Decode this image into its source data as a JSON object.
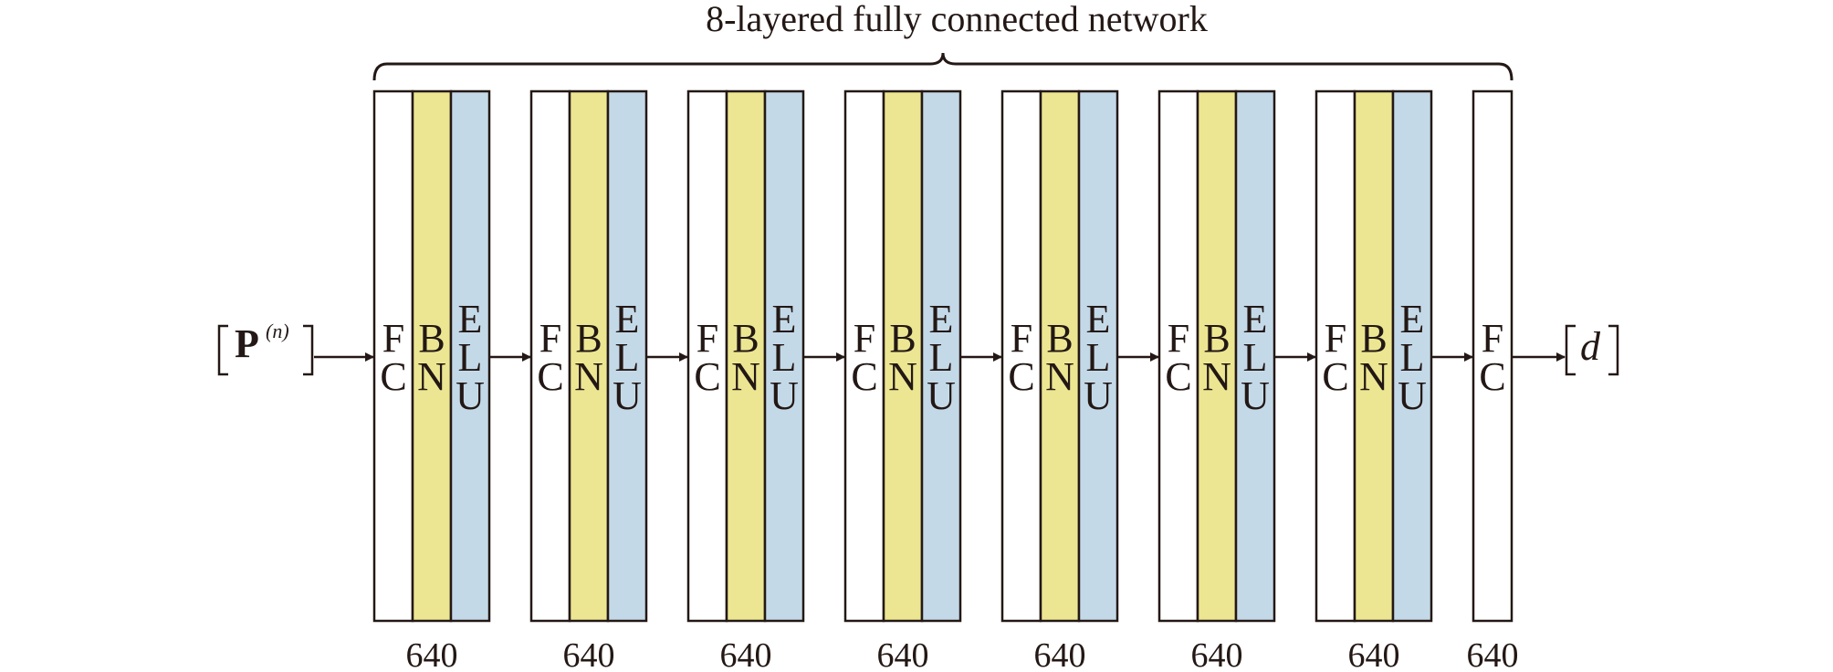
{
  "title": "8-layered fully connected network",
  "input": {
    "symbol": "P",
    "superscript": "(n)"
  },
  "output": {
    "symbol": "d"
  },
  "colors": {
    "fc": "#ffffff",
    "bn": "#ece692",
    "elu": "#c4d9e8",
    "stroke": "#231815"
  },
  "blocks": [
    {
      "cells": [
        {
          "kind": "fc",
          "letters": [
            "F",
            "C"
          ]
        },
        {
          "kind": "bn",
          "letters": [
            "B",
            "N"
          ]
        },
        {
          "kind": "elu",
          "letters": [
            "E",
            "L",
            "U"
          ]
        }
      ],
      "width_label": "640"
    },
    {
      "cells": [
        {
          "kind": "fc",
          "letters": [
            "F",
            "C"
          ]
        },
        {
          "kind": "bn",
          "letters": [
            "B",
            "N"
          ]
        },
        {
          "kind": "elu",
          "letters": [
            "E",
            "L",
            "U"
          ]
        }
      ],
      "width_label": "640"
    },
    {
      "cells": [
        {
          "kind": "fc",
          "letters": [
            "F",
            "C"
          ]
        },
        {
          "kind": "bn",
          "letters": [
            "B",
            "N"
          ]
        },
        {
          "kind": "elu",
          "letters": [
            "E",
            "L",
            "U"
          ]
        }
      ],
      "width_label": "640"
    },
    {
      "cells": [
        {
          "kind": "fc",
          "letters": [
            "F",
            "C"
          ]
        },
        {
          "kind": "bn",
          "letters": [
            "B",
            "N"
          ]
        },
        {
          "kind": "elu",
          "letters": [
            "E",
            "L",
            "U"
          ]
        }
      ],
      "width_label": "640"
    },
    {
      "cells": [
        {
          "kind": "fc",
          "letters": [
            "F",
            "C"
          ]
        },
        {
          "kind": "bn",
          "letters": [
            "B",
            "N"
          ]
        },
        {
          "kind": "elu",
          "letters": [
            "E",
            "L",
            "U"
          ]
        }
      ],
      "width_label": "640"
    },
    {
      "cells": [
        {
          "kind": "fc",
          "letters": [
            "F",
            "C"
          ]
        },
        {
          "kind": "bn",
          "letters": [
            "B",
            "N"
          ]
        },
        {
          "kind": "elu",
          "letters": [
            "E",
            "L",
            "U"
          ]
        }
      ],
      "width_label": "640"
    },
    {
      "cells": [
        {
          "kind": "fc",
          "letters": [
            "F",
            "C"
          ]
        },
        {
          "kind": "bn",
          "letters": [
            "B",
            "N"
          ]
        },
        {
          "kind": "elu",
          "letters": [
            "E",
            "L",
            "U"
          ]
        }
      ],
      "width_label": "640"
    },
    {
      "cells": [
        {
          "kind": "fc",
          "letters": [
            "F",
            "C"
          ]
        }
      ],
      "width_label": "640"
    }
  ]
}
